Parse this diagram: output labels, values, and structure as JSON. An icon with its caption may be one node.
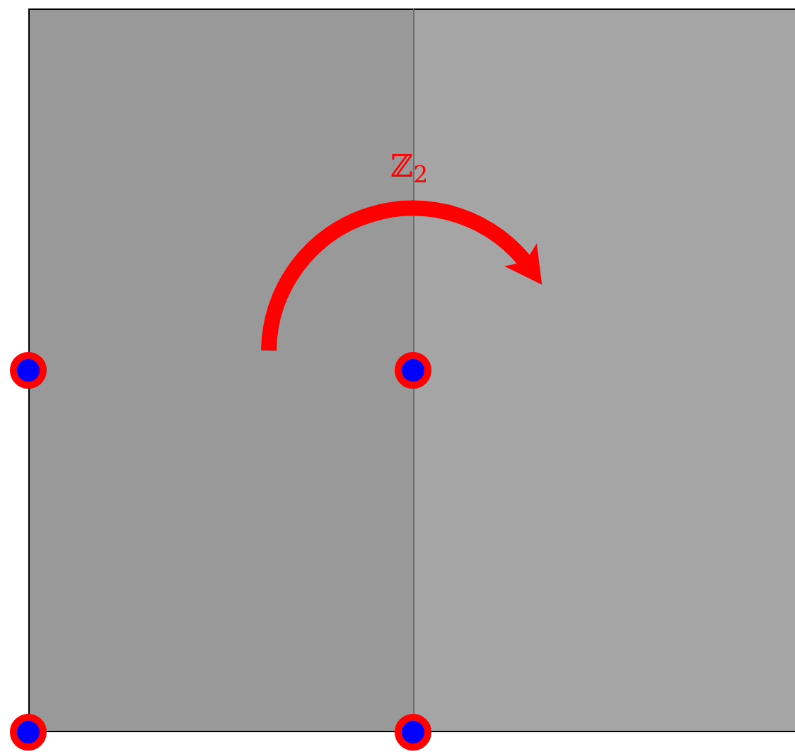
{
  "diagram": {
    "nodes": [
      {
        "text": [],
        "shape": "circle"
      },
      {
        "text": [],
        "shape": "circle"
      },
      {
        "text": [],
        "shape": "circle"
      },
      {
        "text": [],
        "shape": "circle"
      }
    ],
    "labels": [
      "ℤ$_{2}$"
    ]
  }
}
